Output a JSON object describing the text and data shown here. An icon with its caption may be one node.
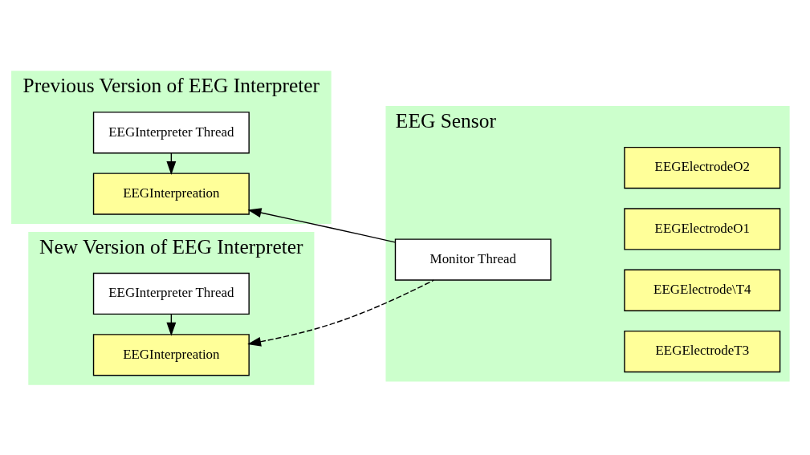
{
  "diagram": {
    "nodes": [
      {
        "text": [
          "Previous Version of EEG Interpreter"
        ]
      },
      {
        "text": [
          "EEGInterpreation"
        ],
        "in": 0
      },
      {
        "text": [
          "EEGInterpreter Thread"
        ],
        "in": 0
      },
      {
        "text": [
          "New Version of EEG Interpreter"
        ]
      },
      {
        "text": [
          "EEGInterpreation"
        ],
        "in": 3
      },
      {
        "text": [
          "EEGInterpreter Thread"
        ],
        "in": 3
      },
      {
        "text": [
          "EEG Sensor"
        ]
      },
      {
        "text": [
          "Monitor Thread"
        ],
        "in": 6
      },
      {
        "text": [
          "EEGElectrodeT3"
        ],
        "in": 6
      },
      {
        "text": [
          "EEGElectrode\\T4"
        ],
        "in": 6
      },
      {
        "text": [
          "EEGElectrodeO1"
        ],
        "in": 6
      },
      {
        "text": [
          "EEGElectrodeO2"
        ],
        "in": 6
      }
    ],
    "edges": [
      {
        "from": 2,
        "to": 1,
        "arrow": "to"
      },
      {
        "from": 5,
        "to": 4,
        "arrow": "to"
      },
      {
        "from": 7,
        "to": 1,
        "arrow": "to"
      },
      {
        "from": 7,
        "to": 4,
        "arrow": "to",
        "style": "dashed"
      }
    ]
  }
}
